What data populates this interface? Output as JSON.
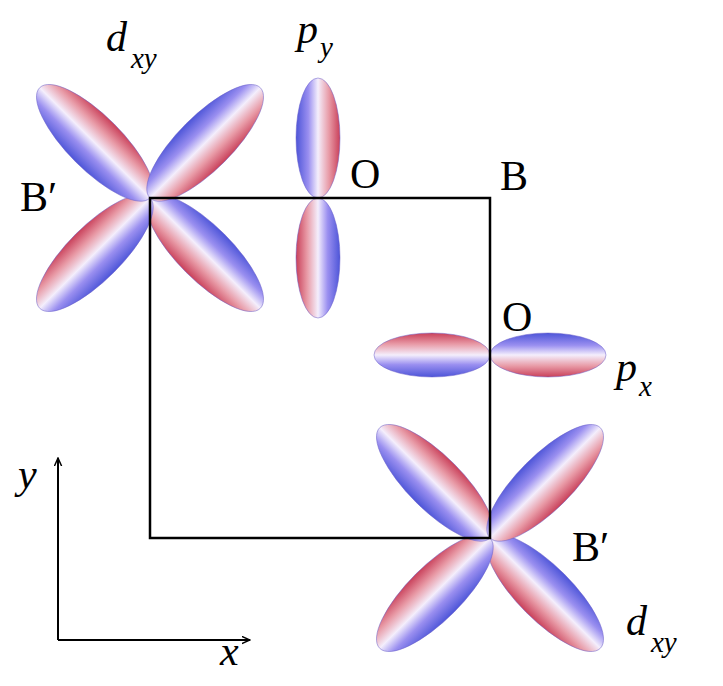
{
  "diagram": {
    "labels": [
      "d",
      "xy",
      "p",
      "y",
      "B′",
      "O",
      "B",
      "O",
      "p",
      "x",
      "B′",
      "y",
      "d",
      "xy",
      "x"
    ]
  }
}
